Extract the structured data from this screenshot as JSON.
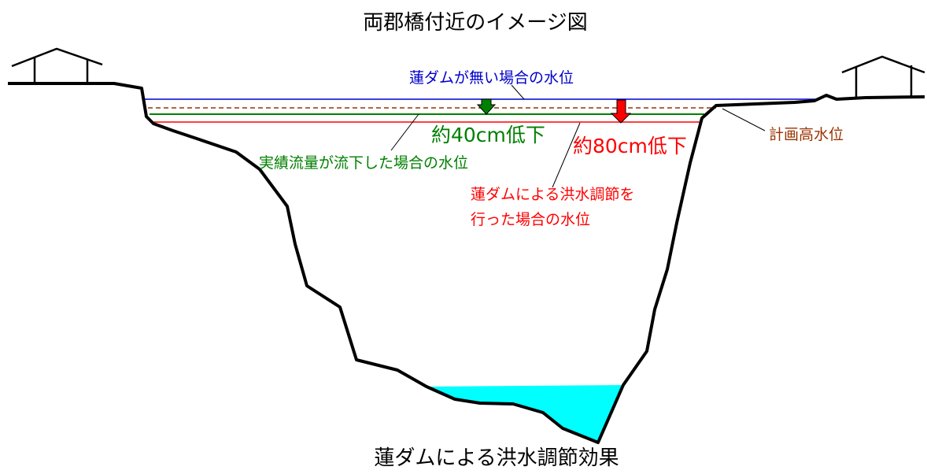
{
  "title": "両郡橋付近のイメージ図",
  "caption": "蓮ダムによる洪水調節効果",
  "labels": {
    "no_dam": "蓮ダムが無い場合の水位",
    "planned_high": "計画高水位",
    "actual_flow": "実績流量が流下した場合の水位",
    "drop40": "約40cm低下",
    "drop80": "約80cm低下",
    "dam_control_line1": "蓮ダムによる洪水調節を",
    "dam_control_line2": "行った場合の水位"
  },
  "colors": {
    "no_dam": "#0000cc",
    "planned_high": "#993300",
    "actual_flow": "#008000",
    "dam_control": "#ff0000",
    "normal_water": "#00ffff",
    "ground": "#000000"
  },
  "icons": [
    "house-icon",
    "house-icon",
    "down-arrow-icon",
    "down-arrow-icon"
  ]
}
